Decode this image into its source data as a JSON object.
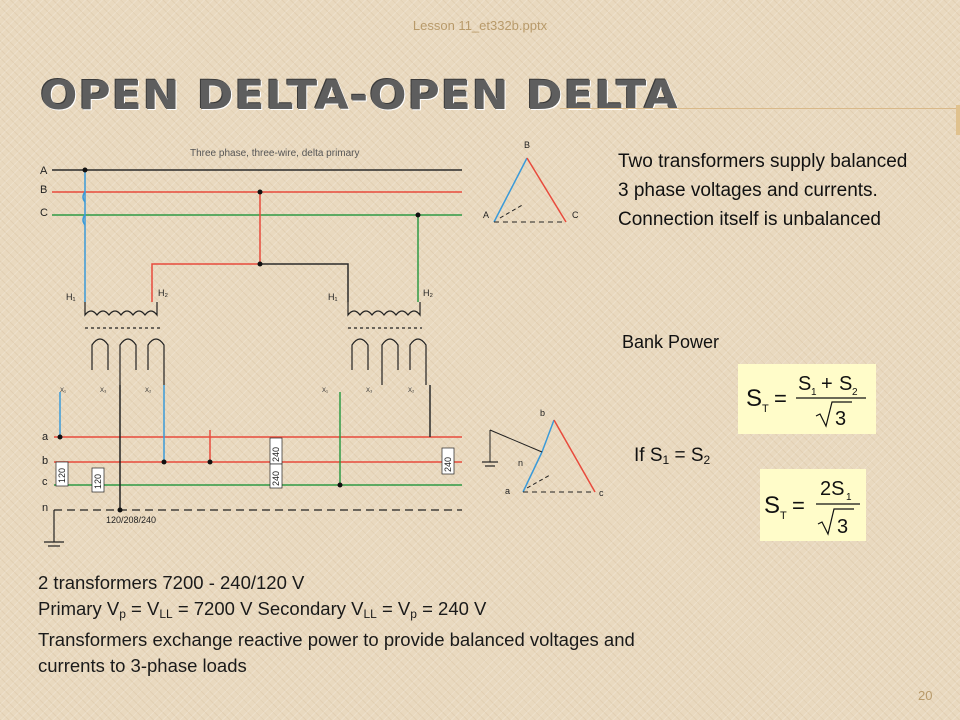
{
  "slide": {
    "filename": "Lesson 11_et332b.pptx",
    "title": "Open Delta-Open Delta",
    "number": "20"
  },
  "diagram": {
    "caption": "Three phase, three-wire, delta primary",
    "primary_lines": [
      "A",
      "B",
      "C"
    ],
    "secondary_lines": [
      "a",
      "b",
      "c",
      "n"
    ],
    "primary_terminals": [
      "H₁",
      "H₂",
      "H₁",
      "H₂"
    ],
    "secondary_terminals": [
      "X₁",
      "X₃",
      "X₂",
      "X₁",
      "X₃",
      "X₂"
    ],
    "voltage_labels": [
      "120",
      "120",
      "240",
      "240",
      "240"
    ],
    "secondary_caption": "120/208/240",
    "phasor_primary": [
      "B",
      "A",
      "C"
    ],
    "phasor_secondary": [
      "b",
      "n",
      "a",
      "c"
    ],
    "colors": {
      "line_a": "#e84a3c",
      "line_b": "#3a9ad9",
      "line_c": "#2e9a45",
      "neutral": "#222222"
    }
  },
  "description": "Two transformers supply balanced 3 phase voltages and currents.  Connection itself is unbalanced",
  "bank_power": "Bank Power",
  "formula1": {
    "lhs": "S",
    "lhs_sub": "T",
    "num_a": "S",
    "num_a_sub": "1",
    "plus": "+",
    "num_b": "S",
    "num_b_sub": "2",
    "den": "3"
  },
  "condition": {
    "prefix": "If S",
    "sub1": "1",
    "middle": " = S",
    "sub2": "2"
  },
  "formula2": {
    "lhs": "S",
    "lhs_sub": "T",
    "num": "2S",
    "num_sub": "1",
    "den": "3"
  },
  "body": {
    "line1": "2 transformers  7200 - 240/120 V",
    "line2_a": "Primary V",
    "line2_sub_p": "p",
    "line2_b": " = V",
    "line2_sub_ll": "LL",
    "line2_c": " = 7200 V   Secondary  V",
    "line2_sub_ll2": "LL",
    "line2_d": " = V",
    "line2_sub_p2": "p",
    "line2_e": " = 240 V",
    "line3": "Transformers exchange reactive power to provide balanced voltages and currents to 3-phase loads"
  }
}
